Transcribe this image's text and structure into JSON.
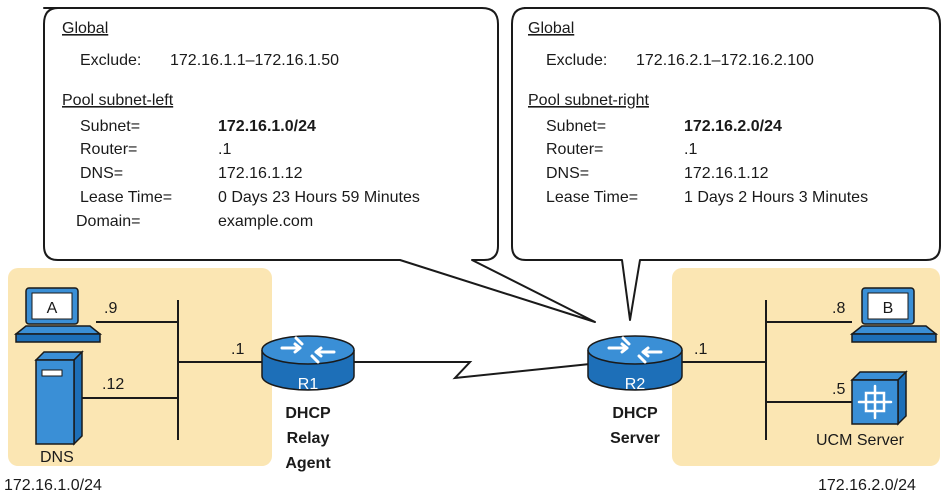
{
  "left_callout": {
    "global_heading": "Global",
    "exclude_label": "Exclude:",
    "exclude_value": "172.16.1.1–172.16.1.50",
    "pool_heading": "Pool subnet-left",
    "rows": [
      {
        "label": "Subnet=",
        "value": "172.16.1.0/24"
      },
      {
        "label": "Router=",
        "value": ".1"
      },
      {
        "label": "DNS=",
        "value": "172.16.1.12"
      },
      {
        "label": "Lease Time=",
        "value": "0 Days 23 Hours 59 Minutes"
      },
      {
        "label": "Domain=",
        "value": "example.com"
      }
    ]
  },
  "right_callout": {
    "global_heading": "Global",
    "exclude_label": "Exclude:",
    "exclude_value": "172.16.2.1–172.16.2.100",
    "pool_heading": "Pool subnet-right",
    "rows": [
      {
        "label": "Subnet=",
        "value": "172.16.2.0/24"
      },
      {
        "label": "Router=",
        "value": ".1"
      },
      {
        "label": "DNS=",
        "value": "172.16.1.12"
      },
      {
        "label": "Lease Time=",
        "value": "1 Days 2 Hours 3 Minutes"
      }
    ]
  },
  "left_lan": {
    "subnet": "172.16.1.0/24",
    "pc_label": "A",
    "pc_host": ".9",
    "server_host": ".12",
    "server_label": "DNS",
    "router_host": ".1"
  },
  "right_lan": {
    "subnet": "172.16.2.0/24",
    "pc_label": "B",
    "pc_host": ".8",
    "ucm_host": ".5",
    "ucm_label": "UCM Server",
    "router_host": ".1"
  },
  "routers": {
    "r1": {
      "name": "R1",
      "role_lines": [
        "DHCP",
        "Relay",
        "Agent"
      ]
    },
    "r2": {
      "name": "R2",
      "role_lines": [
        "DHCP",
        "Server"
      ]
    }
  },
  "colors": {
    "lan_fill": "#fbe6b3",
    "router_top": "#3a8fd6",
    "router_side": "#1d6fb8",
    "outline": "#1a1a1a"
  }
}
